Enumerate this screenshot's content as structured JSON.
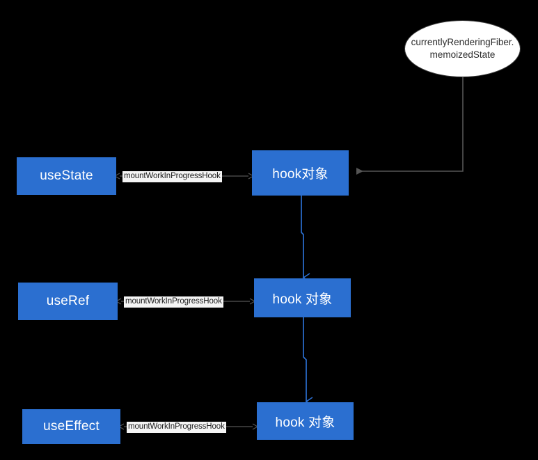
{
  "diagram": {
    "title": "React Hooks mountWorkInProgressHook linked list",
    "background_color": "#000000",
    "node_fill": "#2b6fd0",
    "node_text_color": "#ffffff",
    "ellipse_fill": "#ffffff",
    "ellipse_text_color": "#2b2b2b",
    "gray_edge_color": "#555555",
    "blue_edge_color": "#2b6fd0",
    "label_bg_color": "#f4f4f4",
    "hooks": [
      {
        "name": "useState",
        "label": "useState"
      },
      {
        "name": "useRef",
        "label": "useRef"
      },
      {
        "name": "useEffect",
        "label": "useEffect"
      }
    ],
    "hook_objects": [
      {
        "label": "hook对象"
      },
      {
        "label": "hook 对象"
      },
      {
        "label": "hook 对象"
      }
    ],
    "edge_labels": [
      "mountWorkInProgressHook",
      "mountWorkInProgressHook",
      "mountWorkInProgressHook"
    ],
    "ellipse": {
      "line1": "currentlyRenderingFiber.",
      "line2": "memoizedState"
    }
  }
}
